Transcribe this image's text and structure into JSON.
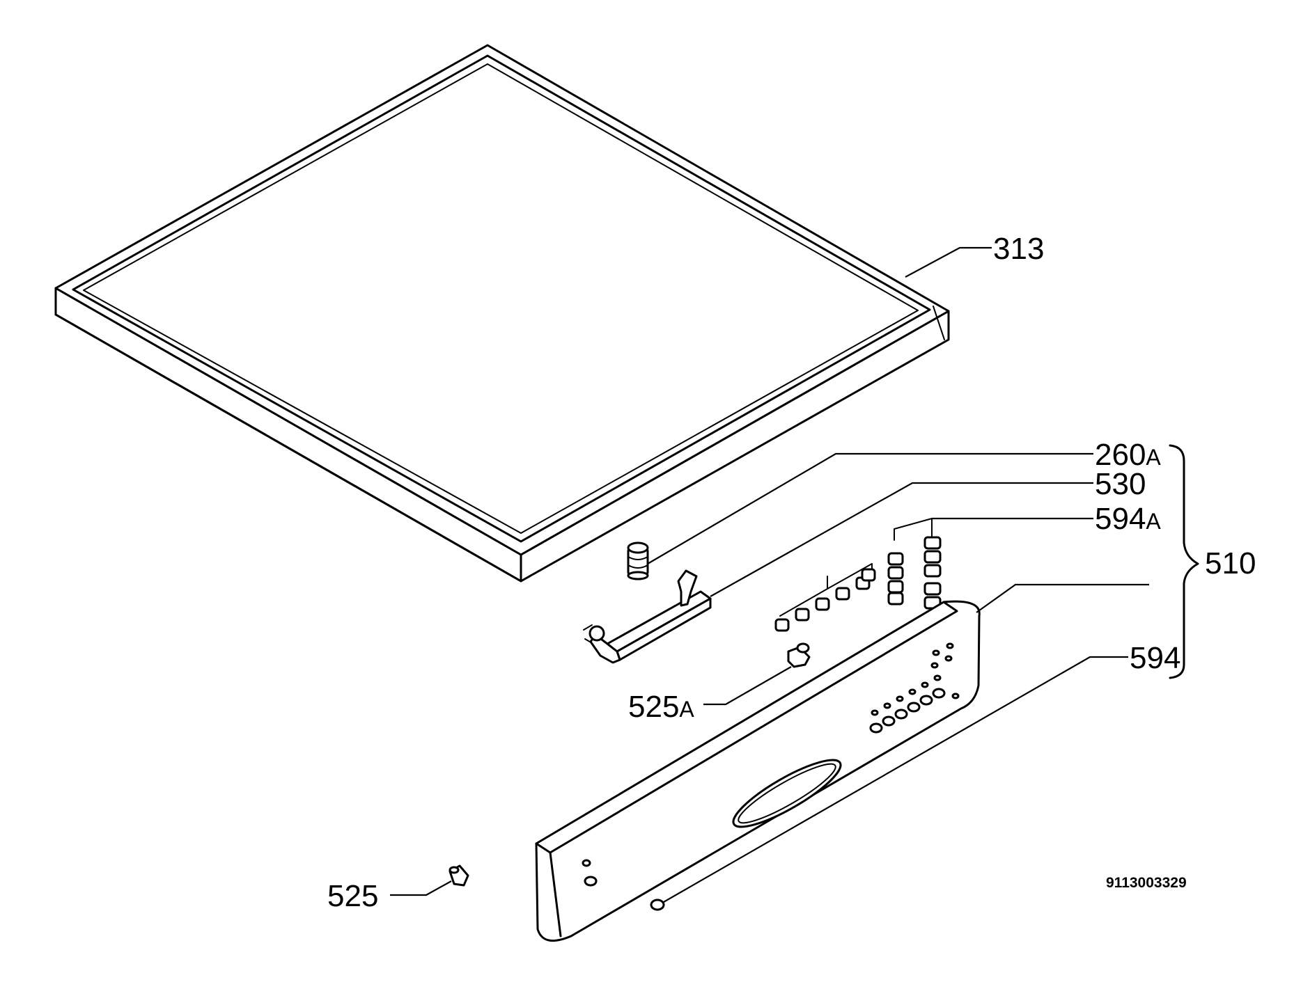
{
  "callouts": {
    "c313": "313",
    "c260a": {
      "number": "260",
      "suffix": "A"
    },
    "c530": "530",
    "c594a": {
      "number": "594",
      "suffix": "A"
    },
    "c510": "510",
    "c594": "594",
    "c525a": {
      "number": "525",
      "suffix": "A"
    },
    "c525": "525"
  },
  "document_number": "9113003329"
}
